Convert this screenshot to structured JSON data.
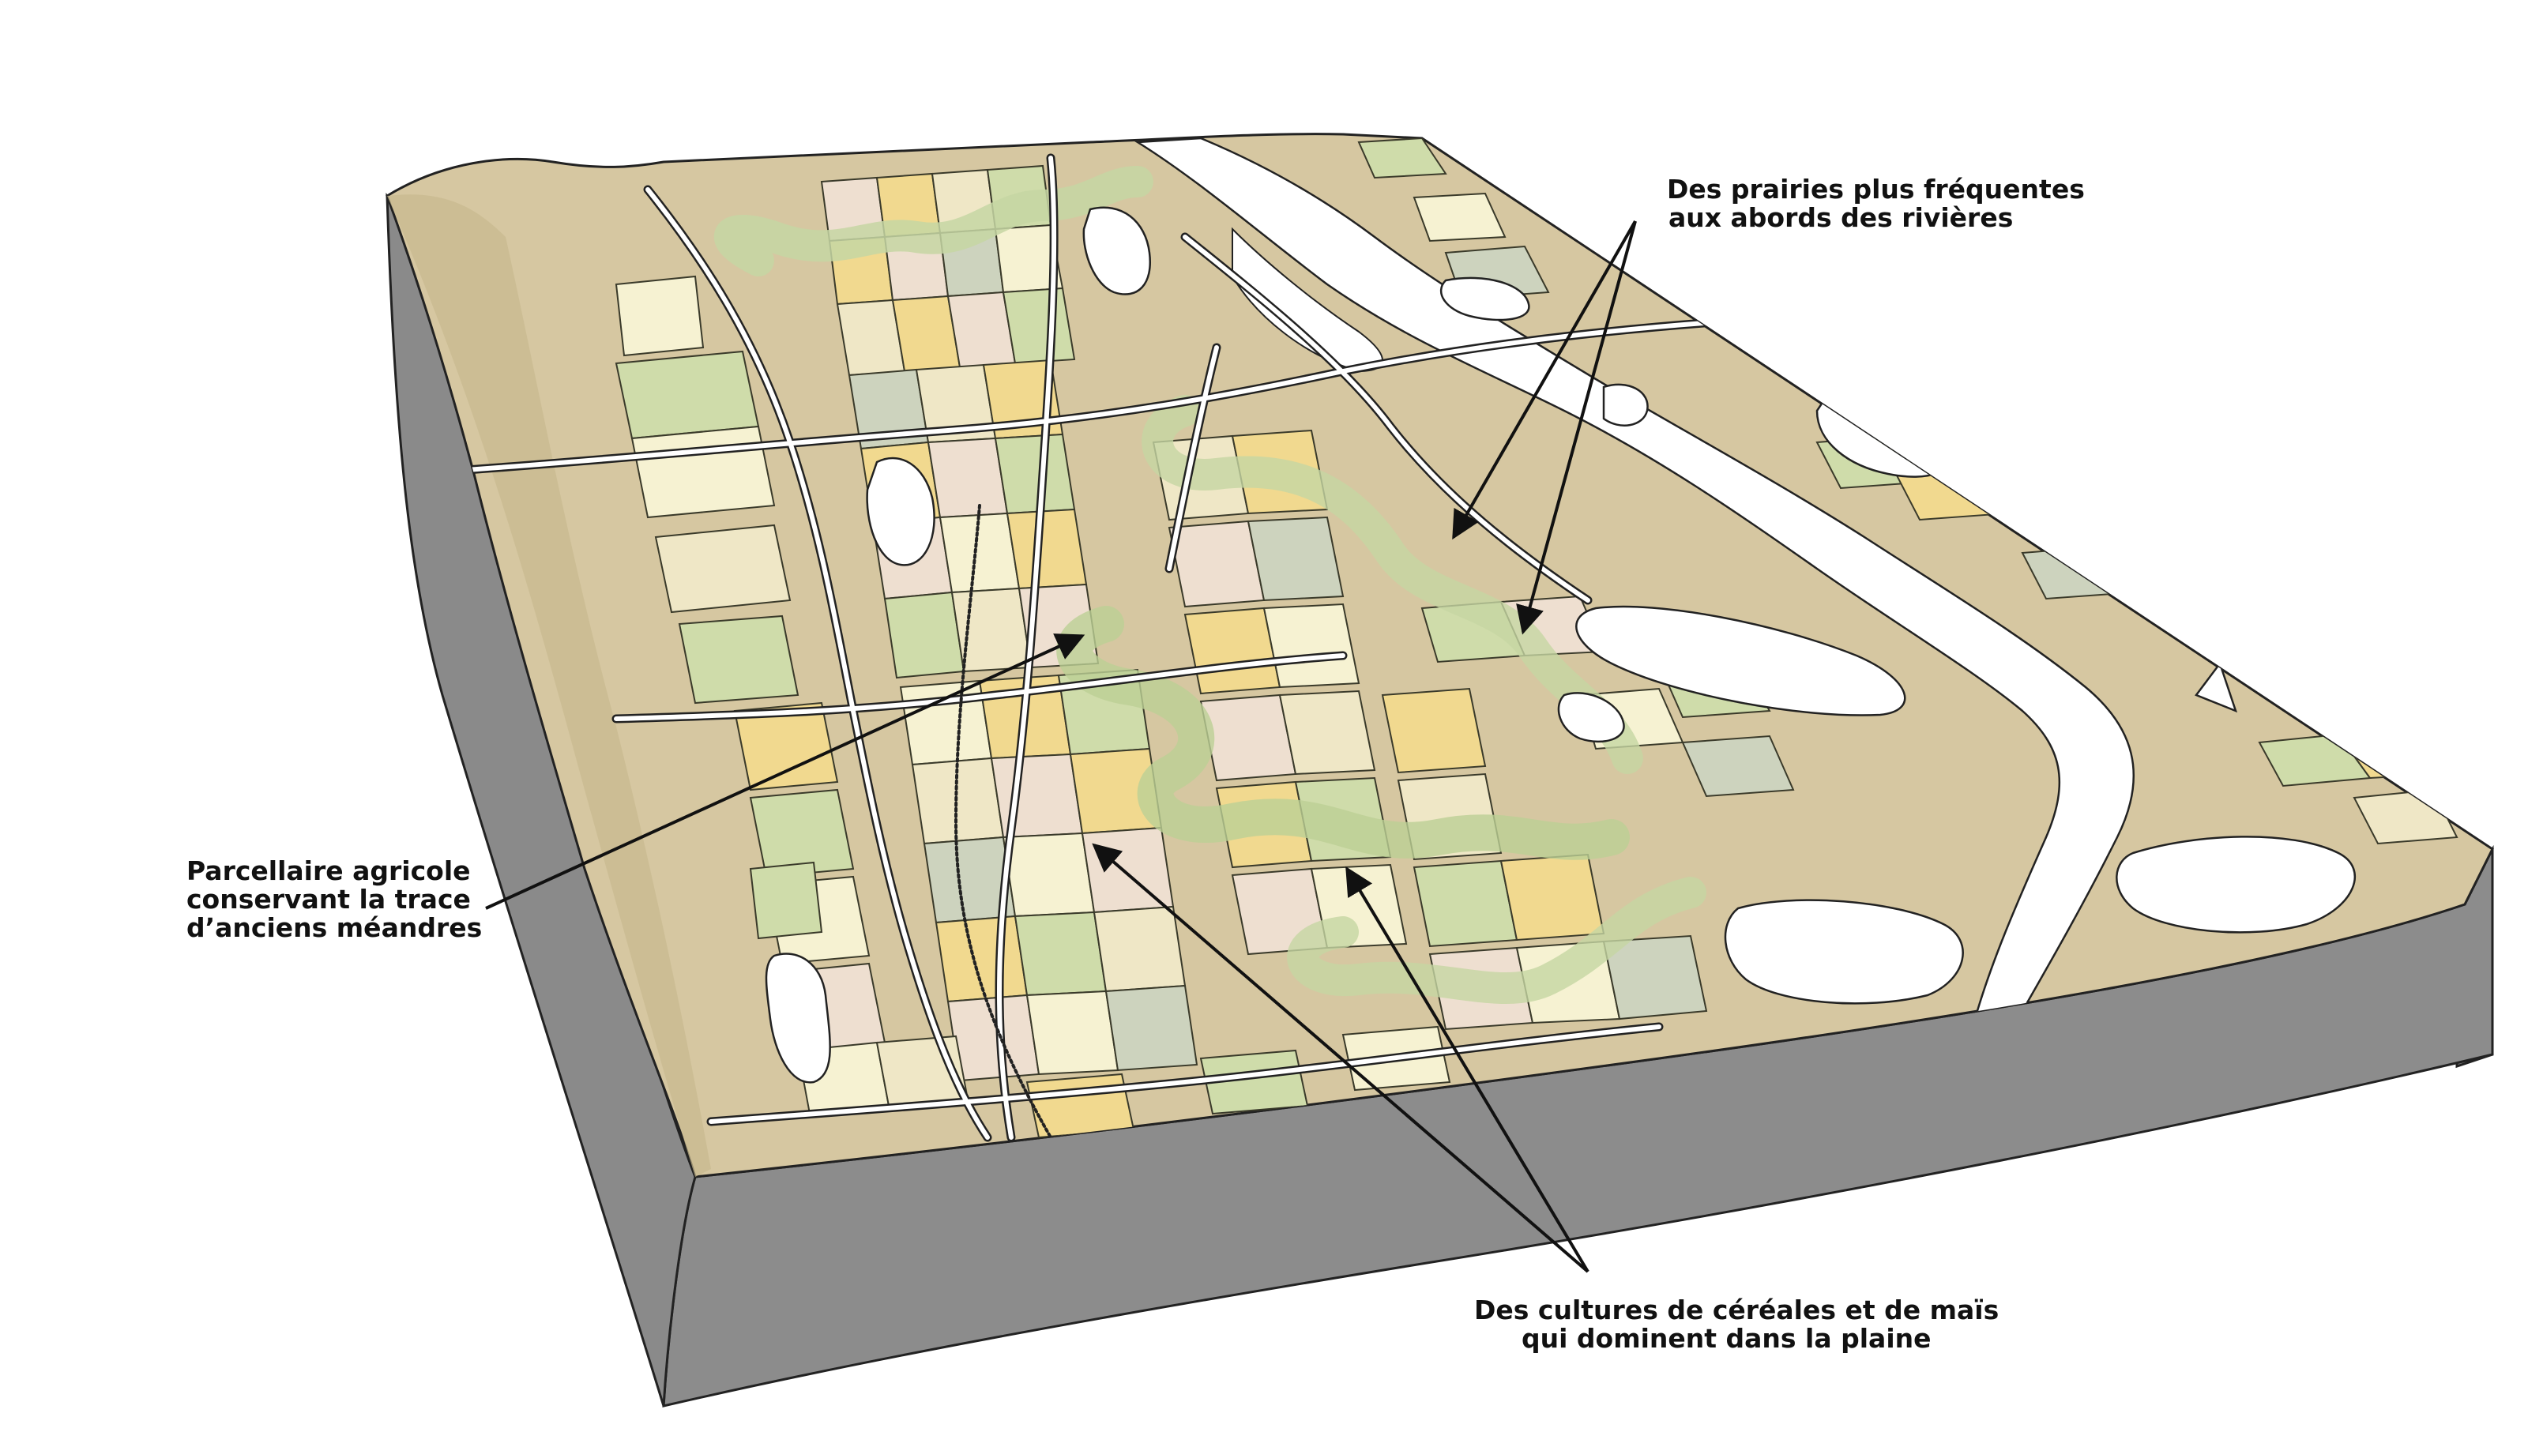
{
  "colors": {
    "side_face": "#8a8a8a",
    "terrain": "#d6c7a1",
    "cereal": "#efe7c6",
    "maize": "#f1d98f",
    "meadow": "#cfdcaa",
    "grey_green": "#cdd3be",
    "pink_beige": "#eedfd0",
    "pale_yellow": "#f6f2d2",
    "water": "#ffffff",
    "road": "#ffffff",
    "ink": "#222222"
  },
  "annotations": {
    "prairies": {
      "line1": "Des prairies plus fréquentes",
      "line2": "aux abords des rivières"
    },
    "parcellaire": {
      "line1": "Parcellaire agricole",
      "line2": "conservant la trace",
      "line3": "d’anciens méandres"
    },
    "cultures": {
      "line1": "Des cultures de céréales et de maïs",
      "line2": "qui dominent dans la plaine"
    }
  }
}
